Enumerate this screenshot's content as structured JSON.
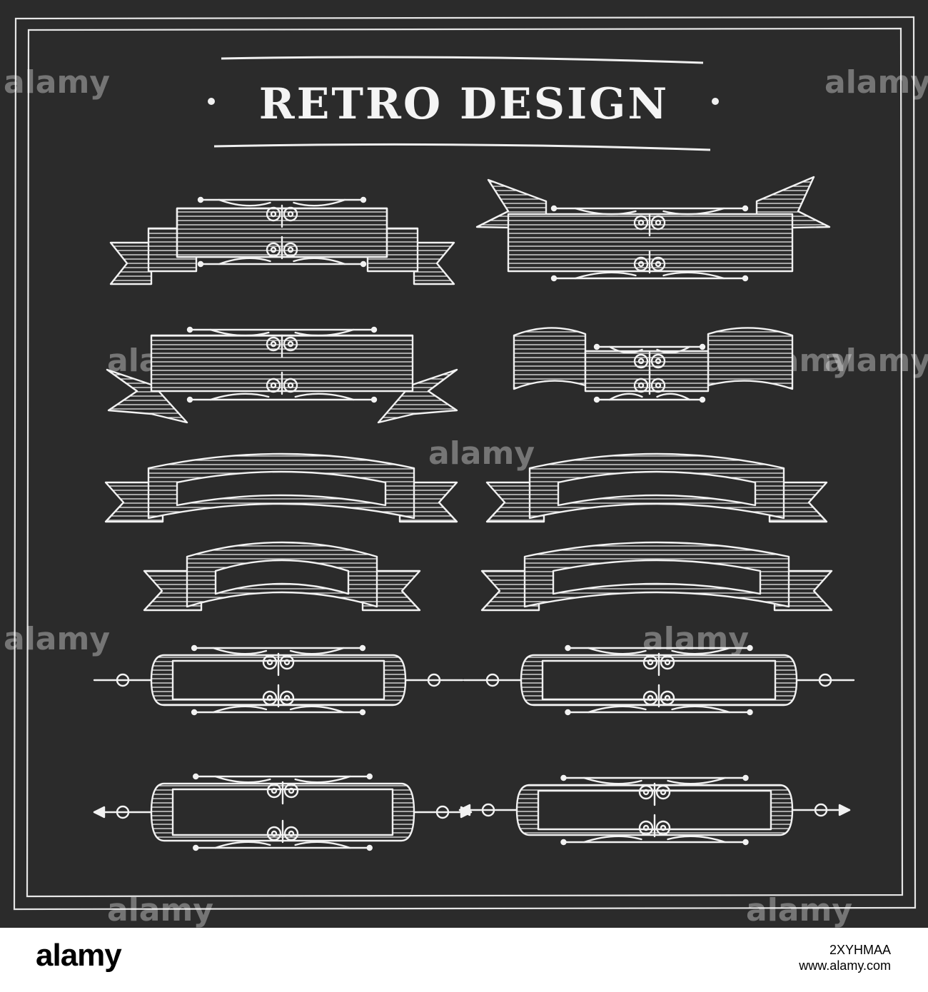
{
  "board": {
    "title": "RETRO DESIGN",
    "background": "#2b2b2b",
    "chalk_color": "#f2f2f2",
    "watermark_text": "alamy"
  },
  "footer": {
    "logo": "alamy",
    "image_id": "2XYHMAA",
    "url": "www.alamy.com"
  }
}
